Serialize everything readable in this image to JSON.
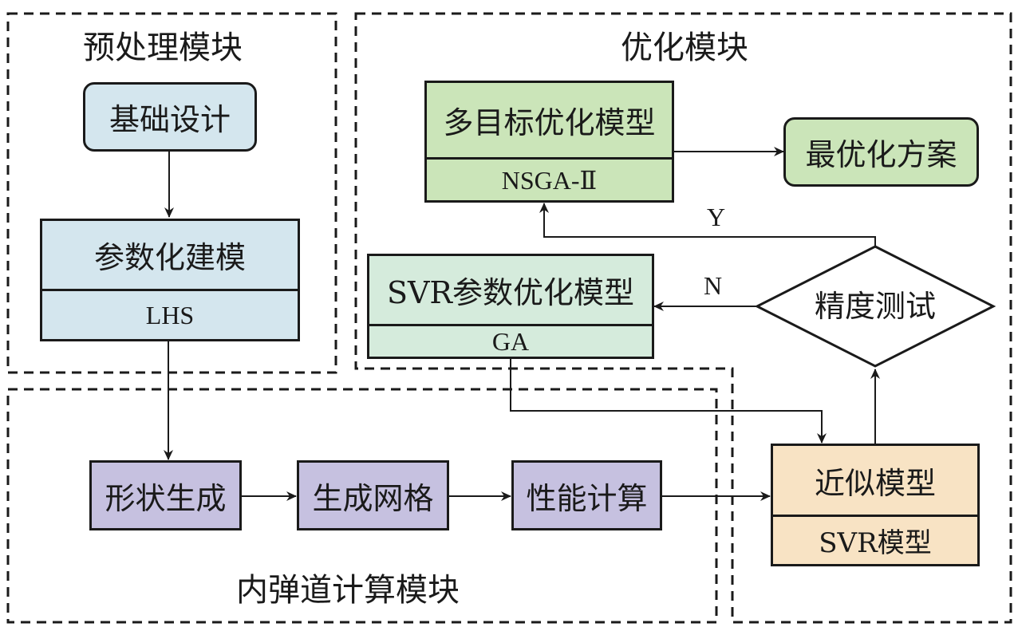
{
  "regions": {
    "preprocess": "预处理模块",
    "optimize": "优化模块",
    "ballistics": "内弹道计算模块"
  },
  "nodes": {
    "basic_design": "基础设计",
    "param_modeling": {
      "title": "参数化建模",
      "method": "LHS"
    },
    "shape_gen": "形状生成",
    "mesh_gen": "生成网格",
    "perf_calc": "性能计算",
    "surrogate": {
      "title": "近似模型",
      "method": "SVR模型"
    },
    "precision_test": "精度测试",
    "svr_param_opt": {
      "title": "SVR参数优化模型",
      "method": "GA"
    },
    "multi_obj_opt": {
      "title": "多目标优化模型",
      "method": "NSGA-Ⅱ"
    },
    "optimal_solution": "最优化方案"
  },
  "edges": {
    "yes_label": "Y",
    "no_label": "N"
  },
  "colors": {
    "preprocess_fill": "#d4e6ee",
    "optimize_fill": "#cbe5b9",
    "svr_fill": "#d5ebdc",
    "ballistics_fill": "#c6c1e0",
    "surrogate_fill": "#f8e3c4"
  }
}
